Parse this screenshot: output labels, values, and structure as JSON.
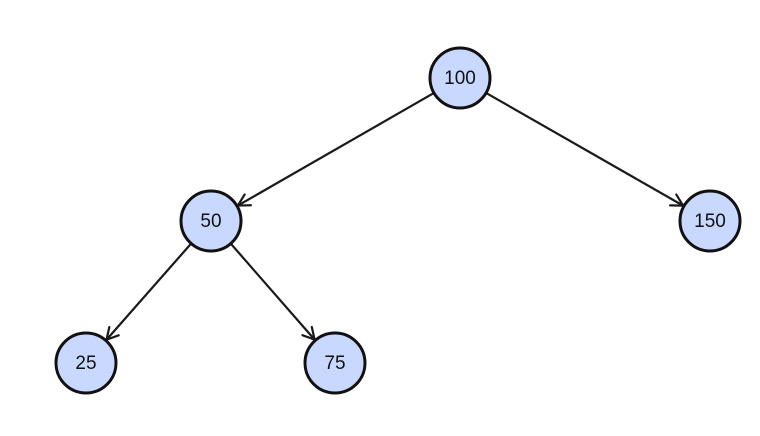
{
  "diagram": {
    "type": "binary-search-tree",
    "node_fill": "#c9d8ff",
    "node_stroke": "#111111",
    "edge_color": "#1a1a1a",
    "nodes": [
      {
        "id": "n100",
        "label": "100"
      },
      {
        "id": "n50",
        "label": "50"
      },
      {
        "id": "n150",
        "label": "150"
      },
      {
        "id": "n25",
        "label": "25"
      },
      {
        "id": "n75",
        "label": "75"
      }
    ],
    "edges": [
      {
        "from": "n100",
        "to": "n50"
      },
      {
        "from": "n100",
        "to": "n150"
      },
      {
        "from": "n50",
        "to": "n25"
      },
      {
        "from": "n50",
        "to": "n75"
      }
    ]
  }
}
